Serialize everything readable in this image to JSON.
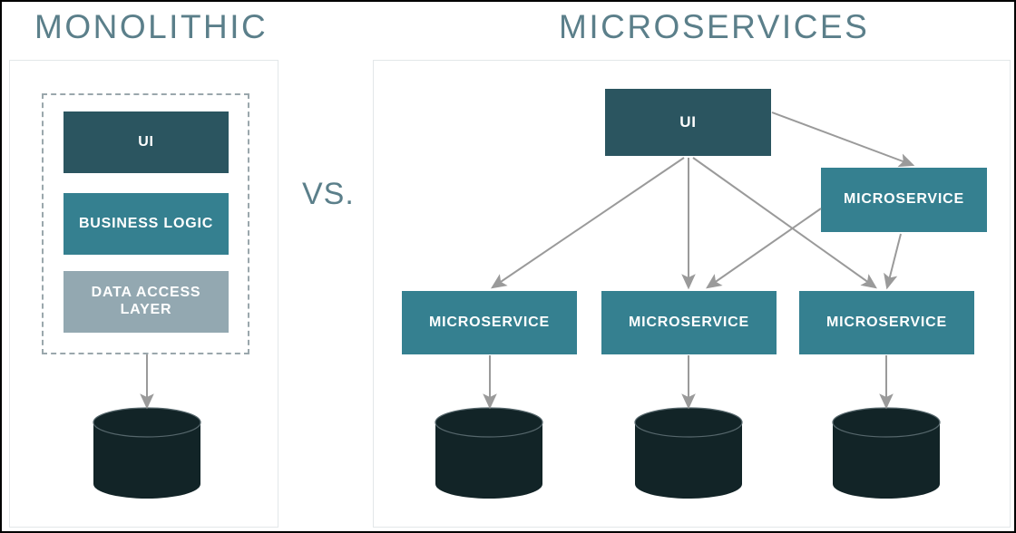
{
  "diagram": {
    "title_left": "MONOLITHIC",
    "title_right": "MICROSERVICES",
    "divider_label": "VS.",
    "colors": {
      "title_text": "#5b7f8a",
      "box_dark_teal": "#2b5560",
      "box_teal": "#358090",
      "box_grey_blue": "#93a8b1",
      "database_fill": "#122427",
      "arrow_stroke": "#9a9a9a",
      "panel_border": "#e3e7e9",
      "dashed_border": "#9aa7ac",
      "outer_border": "#000000",
      "background": "#ffffff"
    }
  },
  "monolithic": {
    "boxes": [
      {
        "label": "UI",
        "style": "dark-teal"
      },
      {
        "label": "BUSINESS LOGIC",
        "style": "teal"
      },
      {
        "label": "DATA ACCESS LAYER",
        "style": "grey-blue"
      }
    ],
    "database_count": 1,
    "grouping": "dashed-outline"
  },
  "microservices": {
    "ui_box": {
      "label": "UI",
      "style": "dark-teal"
    },
    "service_top_right": {
      "label": "MICROSERVICE",
      "style": "teal"
    },
    "services_bottom": [
      {
        "label": "MICROSERVICE",
        "style": "teal"
      },
      {
        "label": "MICROSERVICE",
        "style": "teal"
      },
      {
        "label": "MICROSERVICE",
        "style": "teal"
      }
    ],
    "database_count": 3,
    "connections": [
      {
        "from": "UI",
        "to": "MICROSERVICE top-right"
      },
      {
        "from": "UI",
        "to": "MICROSERVICE 1"
      },
      {
        "from": "UI",
        "to": "MICROSERVICE 2"
      },
      {
        "from": "UI",
        "to": "MICROSERVICE 3"
      },
      {
        "from": "MICROSERVICE top-right",
        "to": "MICROSERVICE 2"
      },
      {
        "from": "MICROSERVICE top-right",
        "to": "MICROSERVICE 3"
      },
      {
        "from": "MICROSERVICE 1",
        "to": "database 1"
      },
      {
        "from": "MICROSERVICE 2",
        "to": "database 2"
      },
      {
        "from": "MICROSERVICE 3",
        "to": "database 3"
      }
    ]
  }
}
